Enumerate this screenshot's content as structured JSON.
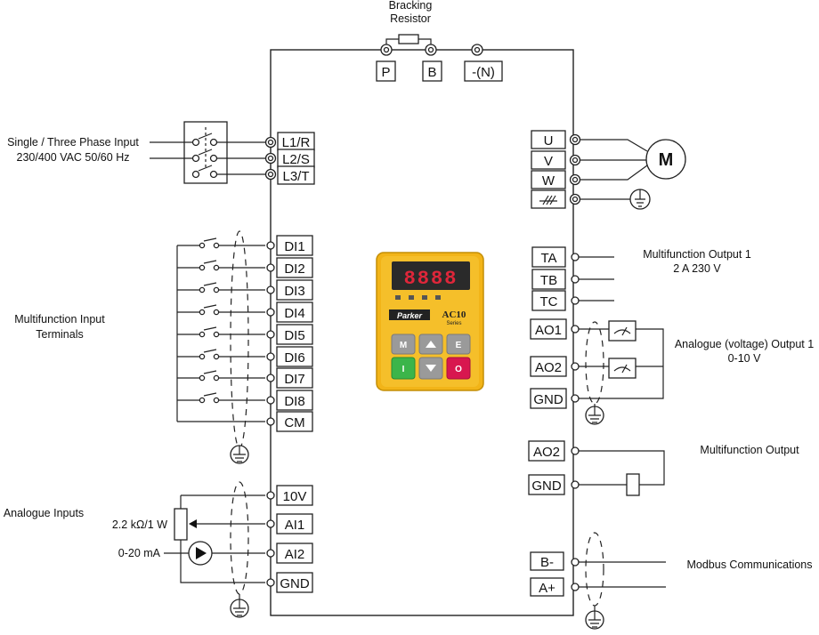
{
  "labels": {
    "bracking_resistor_1": "Bracking",
    "bracking_resistor_2": "Resistor",
    "phase_input_1": "Single / Three Phase Input",
    "phase_input_2": "230/400 VAC 50/60 Hz",
    "mf_input_1": "Multifunction Input",
    "mf_input_2": "Terminals",
    "analogue_inputs": "Analogue Inputs",
    "resistor_value": "2.2 kΩ/1 W",
    "current_value": "0-20 mA",
    "mf_output1_1": "Multifunction Output 1",
    "mf_output1_2": "2 A 230 V",
    "ao_output_1": "Analogue (voltage) Output 1",
    "ao_output_2": "0-10 V",
    "mf_output": "Multifunction Output",
    "modbus": "Modbus Communications"
  },
  "terminals": {
    "top": [
      "P",
      "B",
      "-(N)"
    ],
    "power_in": [
      "L1/R",
      "L2/S",
      "L3/T"
    ],
    "motor_out": [
      "U",
      "V",
      "W"
    ],
    "digital_inputs": [
      "DI1",
      "DI2",
      "DI3",
      "DI4",
      "DI5",
      "DI6",
      "DI7",
      "DI8",
      "CM"
    ],
    "analogue_inputs": [
      "10V",
      "AI1",
      "AI2",
      "GND"
    ],
    "relay": [
      "TA",
      "TB",
      "TC"
    ],
    "ao": [
      "AO1",
      "AO2",
      "GND"
    ],
    "mf_out": [
      "AO2",
      "GND"
    ],
    "modbus": [
      "B-",
      "A+"
    ]
  },
  "motor_symbol": "M",
  "keypad": {
    "display": "8888",
    "brand": "Parker",
    "model": "AC10",
    "series": "Series",
    "key_m": "M",
    "key_e": "E",
    "key_i": "I",
    "key_o": "O",
    "colors": {
      "body": "#f2b418",
      "green": "#3bb54a",
      "red": "#d8174f",
      "gray": "#9a9a9a"
    }
  }
}
